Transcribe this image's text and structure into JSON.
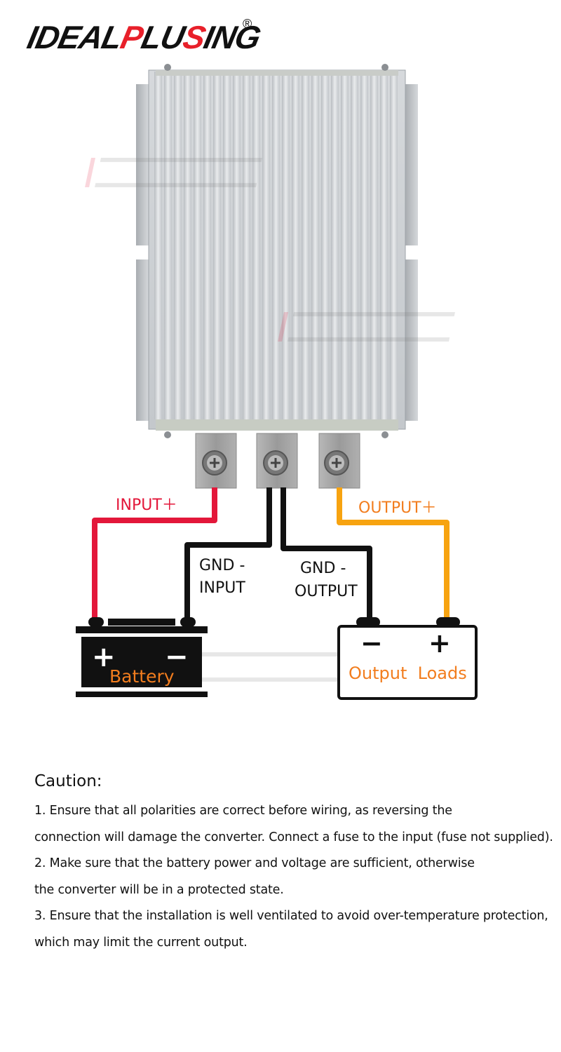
{
  "brand": {
    "logo_text_a": "IDEAL",
    "logo_text_b": "P",
    "logo_text_c": "LU",
    "logo_text_d": "S",
    "logo_text_e": "ING",
    "registered": "®",
    "accent_color": "#e8202a"
  },
  "diagram": {
    "input_plus_label": "INPUT＋",
    "output_plus_label": "OUTPUT＋",
    "gnd_input_line1": "GND -",
    "gnd_input_line2": "INPUT",
    "gnd_output_line1": "GND -",
    "gnd_output_line2": "OUTPUT",
    "battery": {
      "plus": "+",
      "minus": "−",
      "label": "Battery"
    },
    "loads": {
      "minus": "−",
      "plus": "+",
      "label": "Output  Loads"
    },
    "colors": {
      "input_wire": "#e3173a",
      "gnd_wire": "#111111",
      "output_wire": "#f7a310",
      "label_orange": "#f27d1e",
      "input_label": "#e3173a"
    }
  },
  "caution": {
    "title": "Caution:",
    "lines": [
      "1. Ensure that all polarities are correct before wiring, as reversing the",
      "connection will damage the converter. Connect a fuse to the input (fuse not supplied).",
      "2. Make sure that the battery power and voltage are sufficient, otherwise",
      "the converter will be in a protected state.",
      "3. Ensure that the installation is well ventilated to avoid over-temperature protection,",
      "which may limit the current output."
    ]
  }
}
